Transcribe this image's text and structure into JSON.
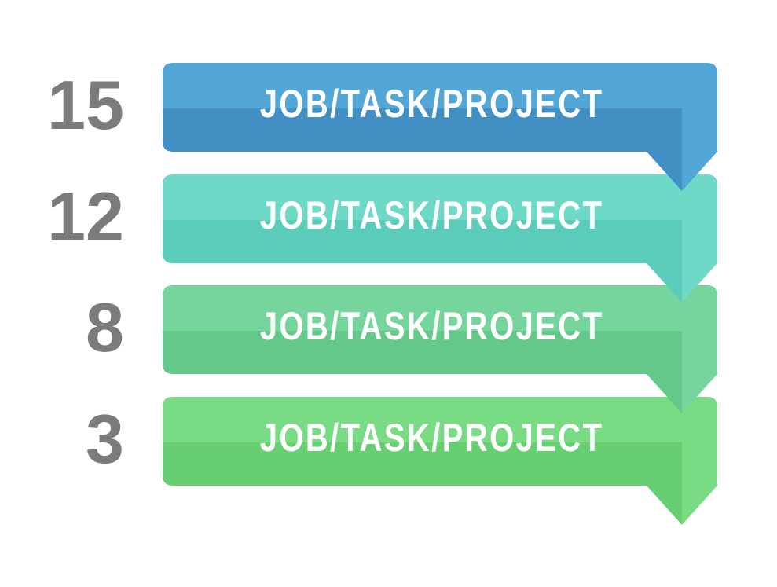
{
  "figure": {
    "background_color": "#FFFFFF",
    "number_color": "#7B7B7B",
    "label_color": "#FFFFFF",
    "banners": [
      {
        "number": "15",
        "label": "JOB/TASK/PROJECT",
        "light_color": "#53A7D7",
        "dark_color": "#428FC3"
      },
      {
        "number": "12",
        "label": "JOB/TASK/PROJECT",
        "light_color": "#6FD9C7",
        "dark_color": "#5BCCB9"
      },
      {
        "number": "8",
        "label": "JOB/TASK/PROJECT",
        "light_color": "#76D59C",
        "dark_color": "#63C888"
      },
      {
        "number": "3",
        "label": "JOB/TASK/PROJECT",
        "light_color": "#79DB84",
        "dark_color": "#67CF72"
      }
    ]
  }
}
